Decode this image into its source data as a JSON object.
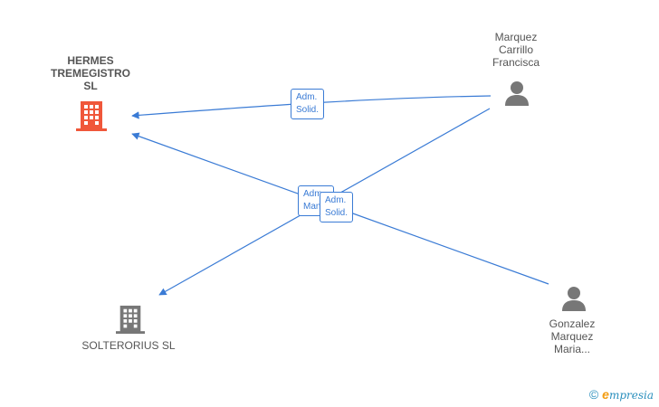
{
  "nodes": {
    "hermes": {
      "label_lines": [
        "HERMES",
        "TREMEGISTRO",
        "SL"
      ],
      "icon": "building-icon",
      "color": "#f0573a"
    },
    "solterorius": {
      "label_lines": [
        "SOLTERORIUS SL"
      ],
      "icon": "building-icon",
      "color": "#777777"
    },
    "marquez_carrillo": {
      "label_lines": [
        "Marquez",
        "Carrillo",
        "Francisca"
      ],
      "icon": "person-icon",
      "color": "#777777"
    },
    "gonzalez_marquez": {
      "label_lines": [
        "Gonzalez",
        "Marquez",
        "Maria..."
      ],
      "icon": "person-icon",
      "color": "#777777"
    }
  },
  "edges": [
    {
      "from": "marquez_carrillo",
      "to": "hermes",
      "label_lines": [
        "Adm.",
        "Solid."
      ]
    },
    {
      "from": "marquez_carrillo",
      "to": "solterorius",
      "label_lines": [
        "Adm.",
        "Man..."
      ]
    },
    {
      "from": "gonzalez_marquez",
      "to": "hermes",
      "label_lines": [
        "Adm.",
        "Solid."
      ]
    }
  ],
  "colors": {
    "edge": "#3a7bd5",
    "person": "#777777",
    "company_main": "#f0573a",
    "company_other": "#777777"
  },
  "brand": {
    "copyright": "©",
    "e": "e",
    "rest": "mpresia"
  }
}
